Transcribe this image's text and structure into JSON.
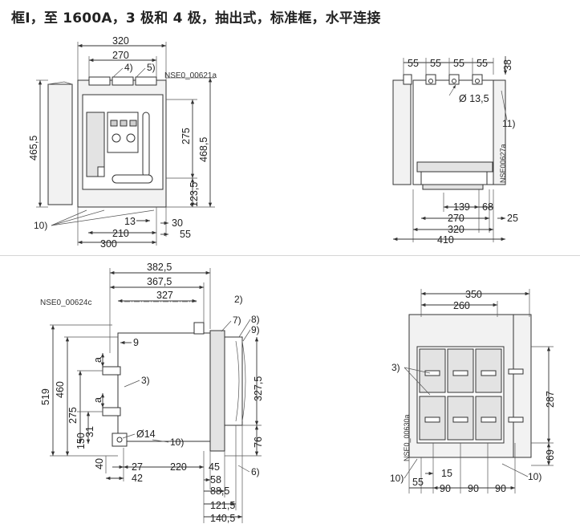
{
  "title": "框I，至 1600A，3 极和 4 极，抽出式，标准框，水平连接",
  "views": {
    "front": {
      "ref": "NSE0_00621a",
      "dims": [
        "320",
        "270",
        "465,5",
        "468,5",
        "275",
        "123,5",
        "13",
        "210",
        "300",
        "30",
        "55"
      ],
      "callouts": [
        "4)",
        "5)",
        "10)"
      ]
    },
    "top_right": {
      "ref": "NSE00627a",
      "dims": [
        "55",
        "55",
        "55",
        "55",
        "38",
        "Ø 13,5",
        "139",
        "68",
        "270",
        "25",
        "320",
        "410"
      ],
      "callouts": [
        "11)"
      ]
    },
    "side": {
      "ref": "NSE0_00624c",
      "dims": [
        "382,5",
        "367,5",
        "327",
        "9",
        "a",
        "a",
        "519",
        "460",
        "275",
        "150",
        "31",
        "Ø14",
        "40",
        "27",
        "42",
        "220",
        "45",
        "58",
        "88,5",
        "121,5",
        "140,5",
        "327,5",
        "76"
      ],
      "callouts": [
        "2)",
        "7)",
        "8)",
        "9)",
        "3)",
        "10)",
        "6)"
      ]
    },
    "rear": {
      "ref": "NSE0_00630a",
      "dims": [
        "350",
        "260",
        "287",
        "69",
        "55",
        "15",
        "90",
        "90",
        "90"
      ],
      "callouts": [
        "3)",
        "10)",
        "10)"
      ]
    }
  },
  "colors": {
    "line": "#333333",
    "fill": "#f2f2f2",
    "divider": "#d5d5d5"
  }
}
